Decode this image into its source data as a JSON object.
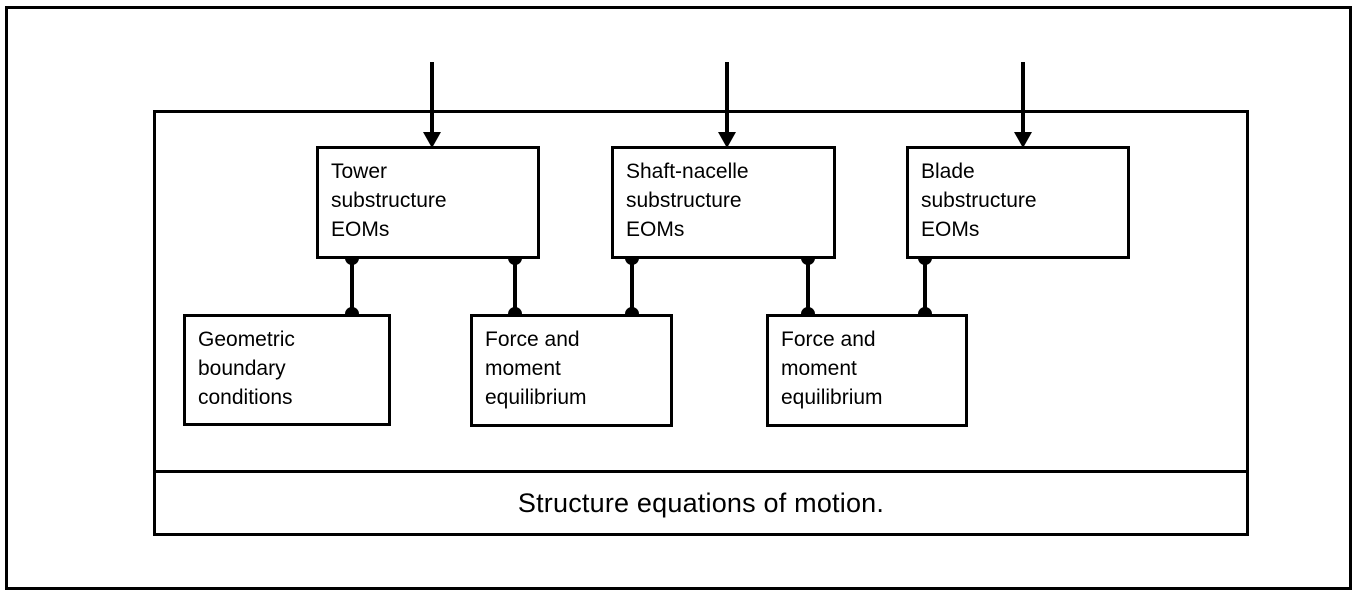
{
  "figure": {
    "caption": "Structure equations of motion.",
    "colors": {
      "stroke": "#000000",
      "background": "#ffffff"
    }
  },
  "inputs": [
    {
      "name": "arrow-tower",
      "label": ""
    },
    {
      "name": "arrow-shaft",
      "label": ""
    },
    {
      "name": "arrow-blade",
      "label": ""
    }
  ],
  "boxes": {
    "tower": {
      "lines": [
        "Tower",
        "substructure",
        "EOMs"
      ]
    },
    "shaft": {
      "lines": [
        "Shaft-nacelle",
        "substructure",
        "EOMs"
      ]
    },
    "blade": {
      "lines": [
        "Blade",
        "substructure",
        "EOMs"
      ]
    },
    "geometric": {
      "lines": [
        "Geometric",
        "boundary",
        "conditions"
      ]
    },
    "force1": {
      "lines": [
        "Force and",
        "moment",
        "equilibrium"
      ]
    },
    "force2": {
      "lines": [
        "Force and",
        "moment",
        "equilibrium"
      ]
    }
  },
  "connectors": [
    {
      "from": "tower",
      "to": "geometric"
    },
    {
      "from": "tower",
      "to": "force1"
    },
    {
      "from": "shaft",
      "to": "force1"
    },
    {
      "from": "shaft",
      "to": "force2"
    },
    {
      "from": "blade",
      "to": "force2"
    }
  ]
}
